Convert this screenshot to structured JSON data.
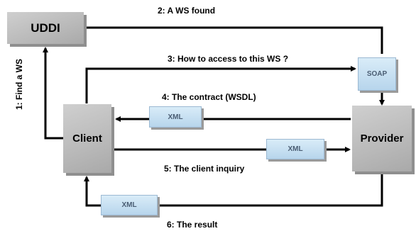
{
  "nodes": {
    "uddi": "UDDI",
    "client": "Client",
    "provider": "Provider"
  },
  "documents": {
    "soap": "SOAP",
    "xml_wsdl": "XML",
    "xml_inquiry": "XML",
    "xml_result": "XML"
  },
  "steps": {
    "step1": "1: Find a WS",
    "step2": "2: A WS found",
    "step3": "3: How to access to this WS ?",
    "step4": "4: The contract  (WSDL)",
    "step5": "5: The client  inquiry",
    "step6": "6: The result"
  },
  "colors": {
    "box": "#bdbdbd",
    "document": "#c6dff2",
    "document_text": "#4a5d73"
  }
}
